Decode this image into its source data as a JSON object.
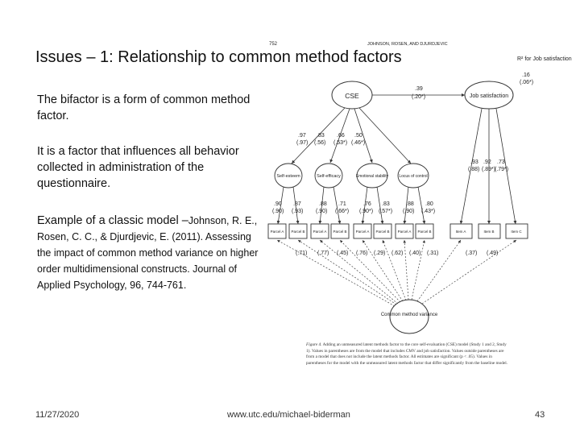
{
  "slide": {
    "title": "Issues – 1: Relationship to common method factors",
    "paragraph1": "The bifactor is a form of common method factor.",
    "paragraph2": "It is a factor that influences all behavior collected in administration of the questionnaire.",
    "paragraph3_lead": "Example of a classic model –",
    "citation": "Johnson, R. E., Rosen, C. C., & Djurdjevic, E. (2011). Assessing the impact of common method variance on higher order multidimensional constructs. Journal of Applied Psychology, 96, 744-761."
  },
  "figure": {
    "page_header_left": "752",
    "page_header_right": "JOHNSON, ROSEN, AND DJURDJEVIC",
    "cse_label": "CSE",
    "job_sat_label": "Job satisfaction",
    "cse_job_path": ".39",
    "cse_job_path_2": "(.20*)",
    "r2_title": "R² for Job satisfaction",
    "r2_value": ".16",
    "r2_value_2": "(.06*)",
    "first_order": [
      {
        "label": "Self-esteem",
        "loading": ".97",
        "loading2": "(.97)"
      },
      {
        "label": "Self-efficacy",
        "loading": ".83",
        "loading2": "(.56)"
      },
      {
        "label": "Emotional stability",
        "loading": ".66",
        "loading2": "(.53*)"
      },
      {
        "label": "Locus of control",
        "loading": ".50",
        "loading2": "(.46*)"
      }
    ],
    "parcel_loadings": [
      ".90",
      ".87",
      ".88",
      ".71",
      ".76",
      ".83",
      ".88",
      ".80"
    ],
    "parcel_loadings_2": [
      "(.90)",
      "(.93)",
      "(.90)",
      "(.66*)",
      "(.90*)",
      "(.57*)",
      "(.90)",
      "(.43*)"
    ],
    "parcels": [
      "Parcel A",
      "Parcel B",
      "Parcel A",
      "Parcel B",
      "Parcel A",
      "Parcel B",
      "Parcel A",
      "Parcel B"
    ],
    "job_items": [
      "Item A",
      "Item B",
      "Item C"
    ],
    "job_loadings": [
      ".93",
      ".92",
      ".73"
    ],
    "job_loadings_2": [
      "(.88)",
      "(.89*)",
      "(.79*)"
    ],
    "method_loadings": [
      "(.71)",
      "(.77)",
      "(.45)",
      "(.76)",
      "(.29)",
      "(.62)",
      "(.40)",
      "(.31)",
      "(.37)",
      "(.49)"
    ],
    "method_label": "Common method variance",
    "caption_lead": "Figure 4.",
    "caption": "Adding an unmeasured latent methods factor to the core self-evaluation (CSE) model (Study 1 and 2, Study 1). Values in parentheses are from the model that includes CMV and job satisfaction. Values outside parentheses are from a model that does not include the latent methods factor. All estimates are significant (p < .05). Values in parentheses for the model with the unmeasured latent methods factor that differ significantly from the baseline model."
  },
  "footer": {
    "date": "11/27/2020",
    "url": "www.utc.edu/michael-biderman",
    "page": "43"
  }
}
